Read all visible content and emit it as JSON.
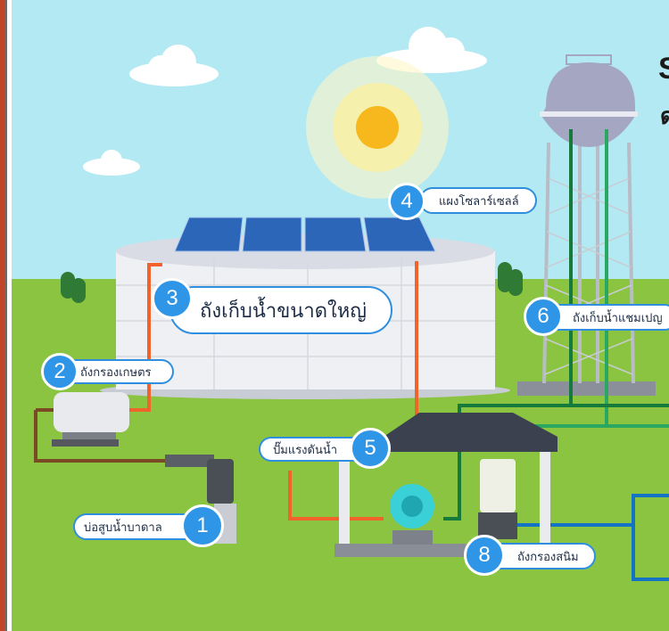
{
  "header": {
    "title_partial": "S",
    "subtitle_partial": "ด"
  },
  "labels": [
    {
      "number": "1",
      "text": "บ่อสูบน้ำบาดาล"
    },
    {
      "number": "2",
      "text": "ถังกรองเกษตร"
    },
    {
      "number": "3",
      "text": "ถังเก็บน้ำขนาดใหญ่"
    },
    {
      "number": "4",
      "text": "แผงโซลาร์เซลล์"
    },
    {
      "number": "5",
      "text": "ปั๊มแรงดันน้ำ"
    },
    {
      "number": "6",
      "text": "ถังเก็บน้ำแชมเปญ"
    },
    {
      "number": "8",
      "text": "ถังกรองสนิม"
    }
  ],
  "colors": {
    "sky": "#b3e9f2",
    "grass": "#8bc440",
    "label_blue": "#2f95e6",
    "pipe_orange": "#f0632a",
    "pipe_brown": "#7a4a24",
    "pipe_green": "#157a3c",
    "pipe_blue": "#1473c4"
  }
}
